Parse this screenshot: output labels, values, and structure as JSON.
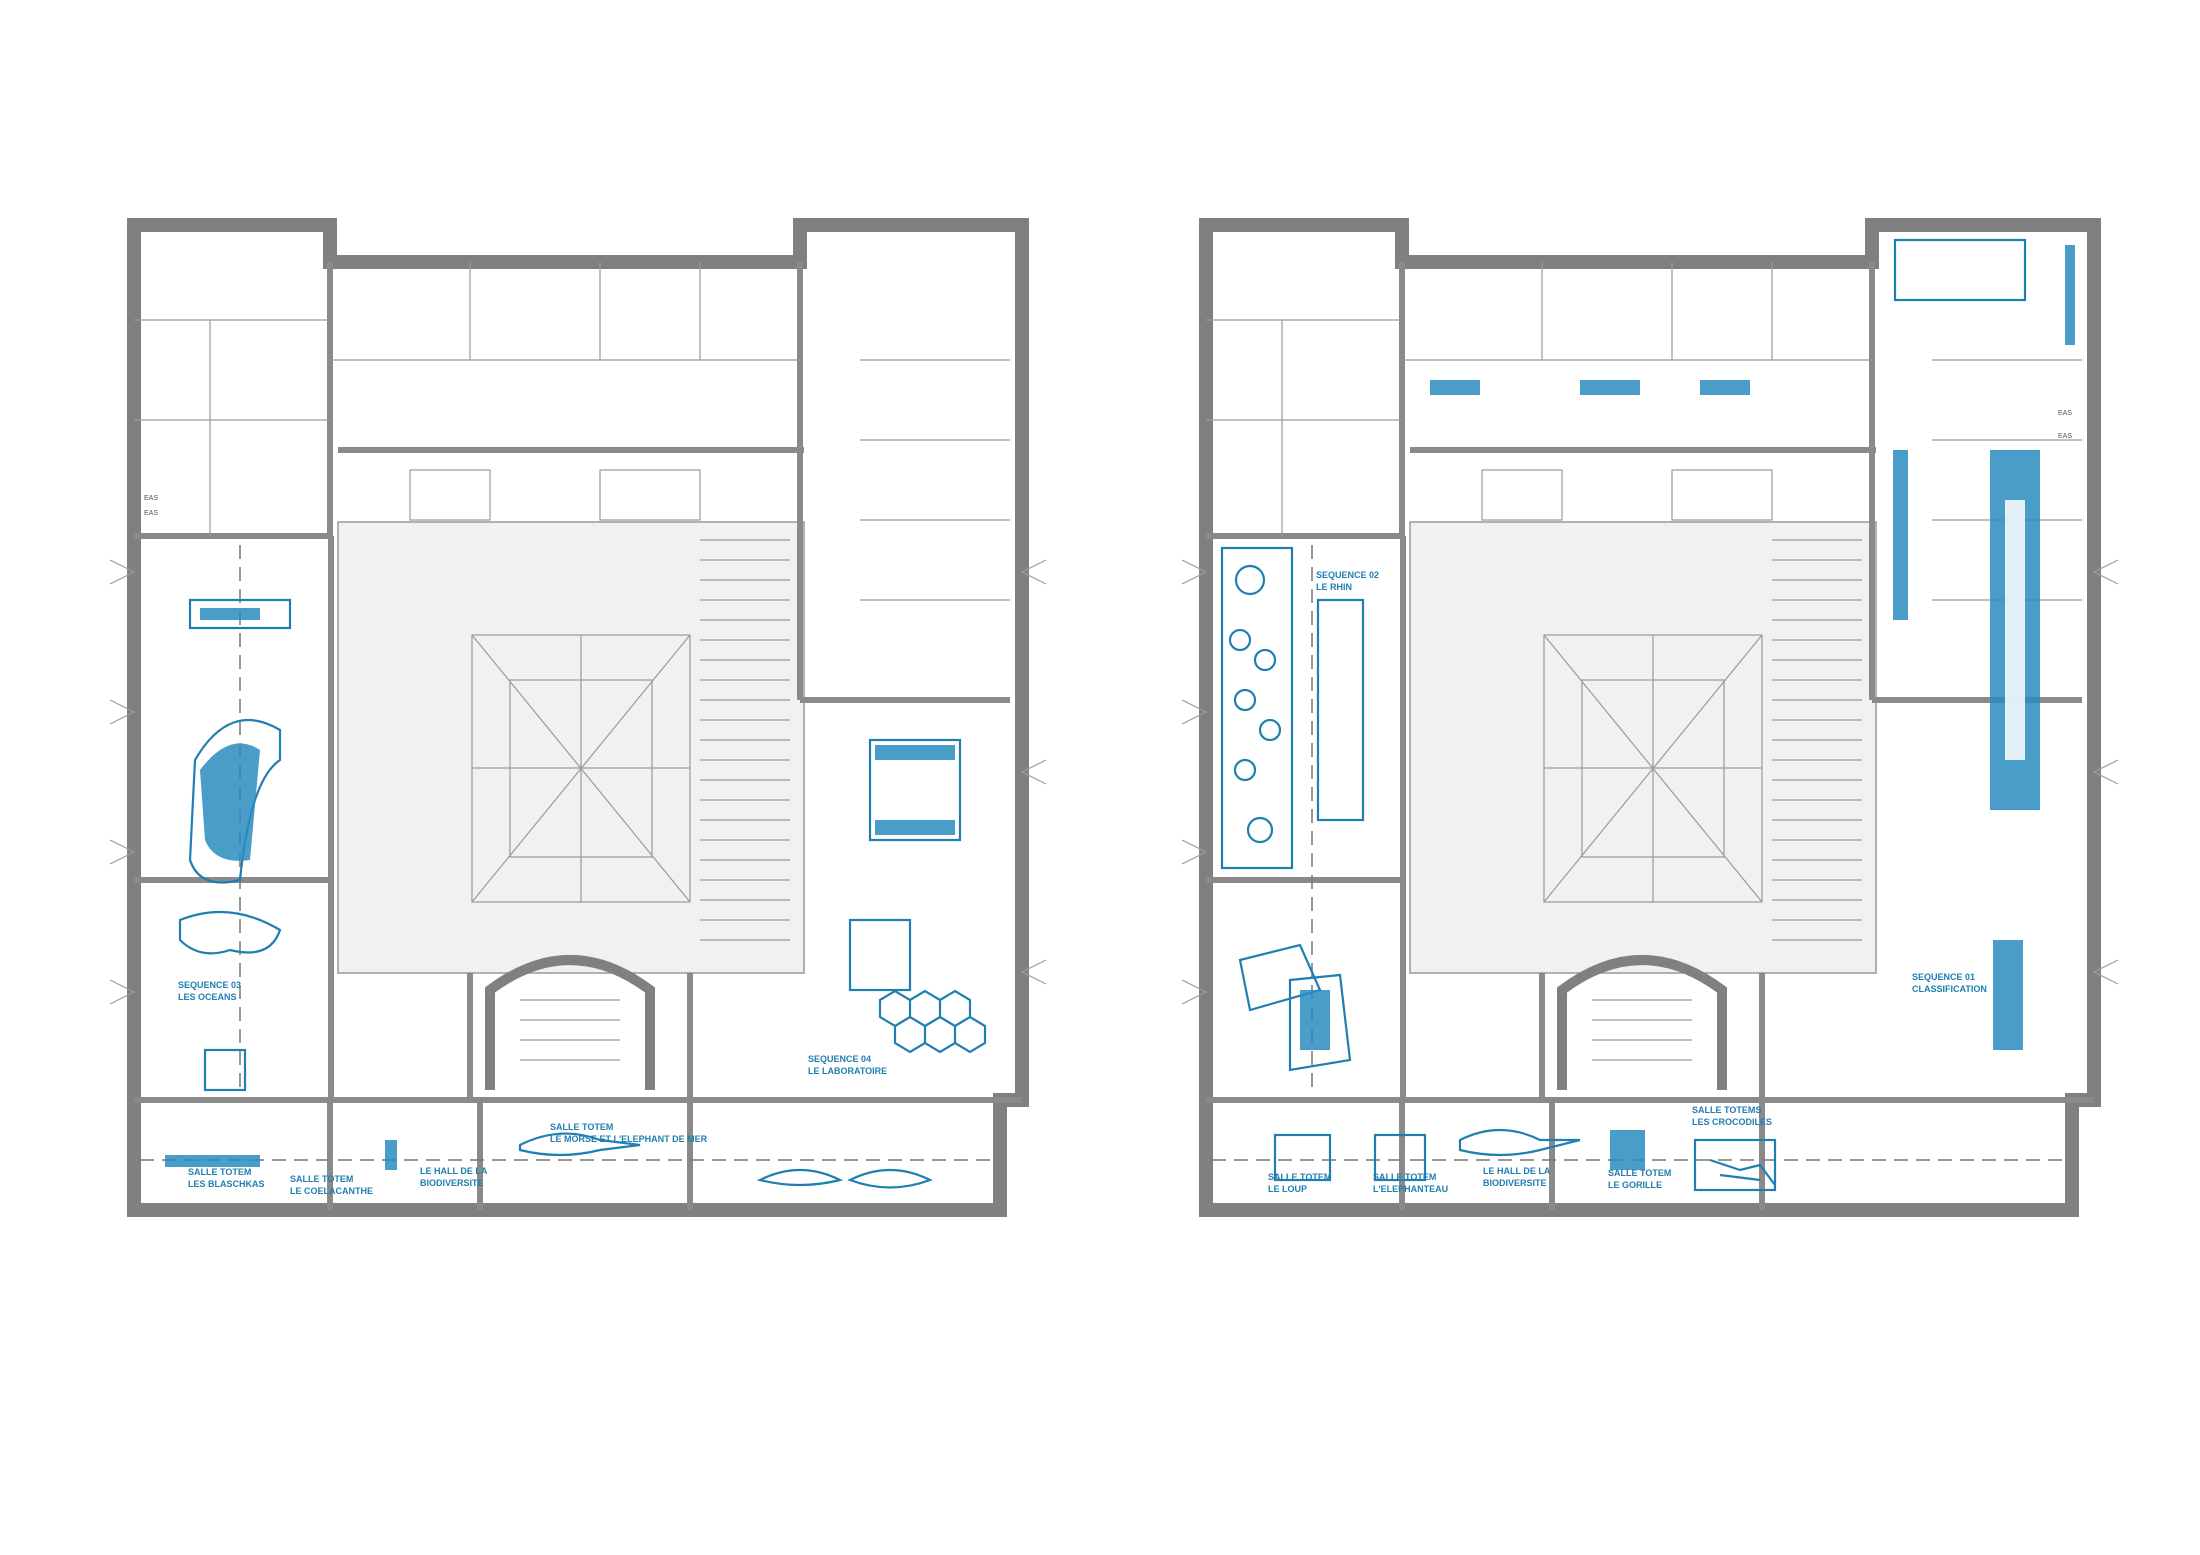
{
  "left_plan": {
    "labels": {
      "oceans": [
        "SEQUENCE 03",
        "LES OCEANS"
      ],
      "laboratoire": [
        "SEQUENCE 04",
        "LE LABORATOIRE"
      ],
      "blaschkas": [
        "SALLE TOTEM",
        "LES BLASCHKAS"
      ],
      "coelacanthe": [
        "SALLE TOTEM",
        "LE COELACANTHE"
      ],
      "hall": [
        "LE HALL DE LA",
        "BIODIVERSITE"
      ],
      "morse": [
        "SALLE TOTEM",
        "LE MORSE ET L'ELEPHANT DE MER"
      ]
    },
    "eas": [
      "EAS",
      "EAS"
    ]
  },
  "right_plan": {
    "labels": {
      "rhin": [
        "SEQUENCE 02",
        "LE RHIN"
      ],
      "classification": [
        "SEQUENCE 01",
        "CLASSIFICATION"
      ],
      "loup": [
        "SALLE TOTEM",
        "LE LOUP"
      ],
      "elephanteau": [
        "SALLE TOTEM",
        "L'ELEPHANTEAU"
      ],
      "hall": [
        "LE HALL DE LA",
        "BIODIVERSITE"
      ],
      "gorille": [
        "SALLE TOTEM",
        "LE GORILLE"
      ],
      "crocodiles": [
        "SALLE TOTEMS",
        "LES CROCODILES"
      ]
    },
    "eas": [
      "EAS",
      "EAS"
    ]
  },
  "colors": {
    "exhibit": "#1f7fb0",
    "walls": "#808080"
  }
}
